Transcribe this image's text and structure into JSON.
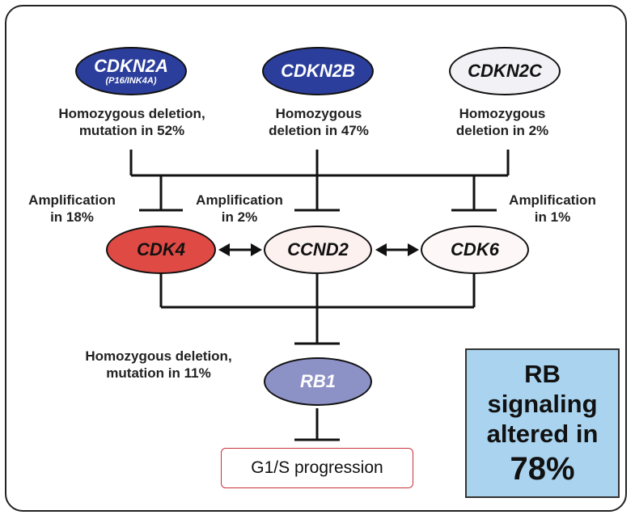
{
  "colors": {
    "cdkn2a": "#2b3e9b",
    "cdkn2b": "#2b3e9b",
    "cdkn2c": "#f1f1f6",
    "cdk4": "#e04a44",
    "ccnd2": "#fdf1f0",
    "cdk6": "#fdf7f7",
    "rb1": "#8c91c6",
    "summary_bg": "#a9d3ef"
  },
  "inhibitors": [
    {
      "gene": "CDKN2A",
      "subtitle": "(P16/INK4A)",
      "alteration": [
        "Homozygous deletion,",
        "mutation in 52%"
      ]
    },
    {
      "gene": "CDKN2B",
      "alteration": [
        "Homozygous",
        "deletion in 47%"
      ]
    },
    {
      "gene": "CDKN2C",
      "alteration": [
        "Homozygous",
        "deletion in 2%"
      ]
    }
  ],
  "kinases": [
    {
      "gene": "CDK4",
      "alteration": [
        "Amplification",
        "in 18%"
      ]
    },
    {
      "gene": "CCND2",
      "alteration": [
        "Amplification",
        "in 2%"
      ]
    },
    {
      "gene": "CDK6",
      "alteration": [
        "Amplification",
        "in 1%"
      ]
    }
  ],
  "rb1": {
    "gene": "RB1",
    "alteration": [
      "Homozygous deletion,",
      "mutation in 11%"
    ]
  },
  "outcome": "G1/S progression",
  "summary": {
    "line1": "RB",
    "line2": "signaling",
    "line3": "altered in",
    "percent": "78%"
  }
}
